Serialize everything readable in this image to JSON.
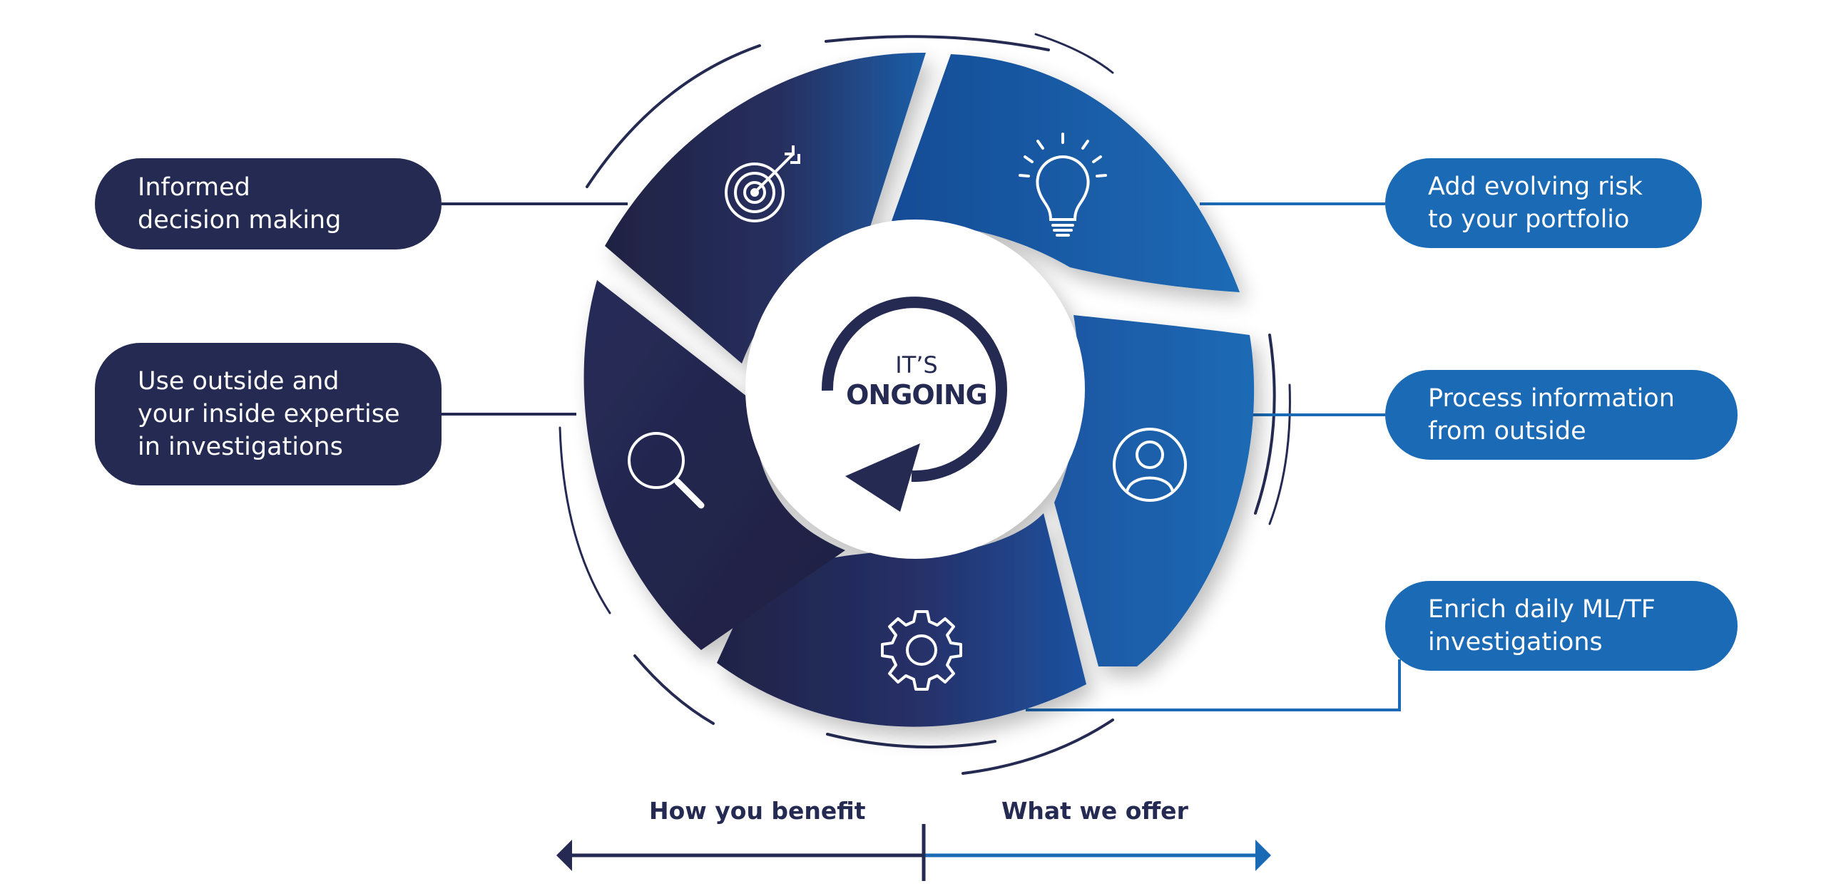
{
  "center": {
    "line1": "IT’S",
    "line2": "ONGOING"
  },
  "left_items": [
    {
      "text": "Informed\ndecision making",
      "icon": "target-icon"
    },
    {
      "text": "Use outside and\nyour inside expertise\nin investigations",
      "icon": "magnifier-icon"
    }
  ],
  "right_items": [
    {
      "text": "Add evolving risk\nto your portfolio",
      "icon": "lightbulb-icon"
    },
    {
      "text": "Process information\nfrom outside",
      "icon": "person-icon"
    },
    {
      "text": "Enrich daily ML/TF\ninvestigations",
      "icon": "gear-icon"
    }
  ],
  "axis": {
    "left_label": "How you benefit",
    "right_label": "What we offer"
  },
  "colors": {
    "dark_navy": "#252a52",
    "deep_navy": "#1f2444",
    "brand_blue": "#1b6ab5",
    "mid_blue": "#1d5a9f",
    "white": "#ffffff"
  }
}
